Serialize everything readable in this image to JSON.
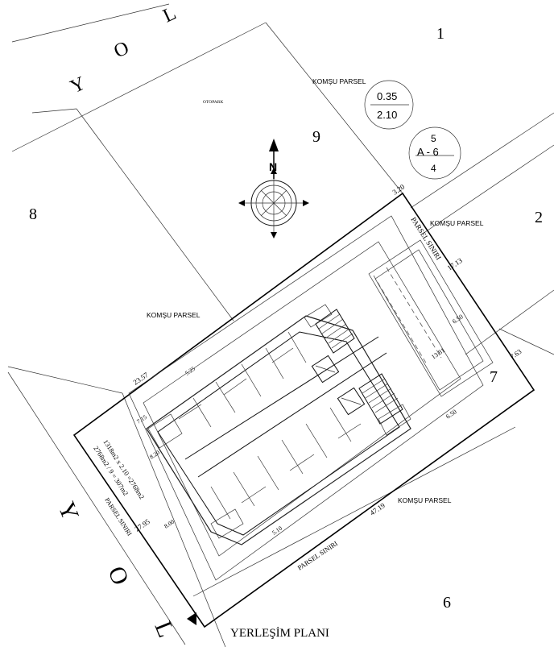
{
  "road_letters": {
    "top": [
      "Y",
      "O",
      "L"
    ],
    "bottom": [
      "Y",
      "O",
      "L"
    ]
  },
  "parcel_numbers": {
    "p1": "1",
    "p2": "2",
    "p6": "6",
    "p7": "7",
    "p8": "8",
    "p9": "9"
  },
  "labels": {
    "komsu_top": "KOMŞU PARSEL",
    "komsu_right": "KOMŞU PARSEL",
    "komsu_left": "KOMŞU PARSEL",
    "komsu_bottom": "KOMŞU PARSEL",
    "otopark": "OTOPARK",
    "parsel_siniri_top": "PARSEL SINIRI",
    "parsel_siniri_left": "PARSEL SINIRI",
    "parsel_siniri_bottom": "PARSEL SINIRI",
    "title": "YERLEŞİM PLANI"
  },
  "coefficient": {
    "top": "0.35",
    "bottom": "2.10"
  },
  "zoning": {
    "top": "5",
    "middle": "A - 6",
    "bottom": "4"
  },
  "compass": {
    "north": "N"
  },
  "dimensions": {
    "d320": "3.20",
    "d1713": "17.13",
    "d650a": "6.50",
    "d1381": "13.81",
    "d763": "7.63",
    "d650b": "6.50",
    "d4719": "47.19",
    "d510": "5.10",
    "d2357": "23.57",
    "d525": "5.25",
    "d715": "7.15",
    "d820": "8.20",
    "d800": "8.00",
    "d2795": "27.95"
  },
  "area_calc": {
    "line1": "1318m2 x 2.10 =2768m2",
    "line2": "2768m2 / 9 = 307m2"
  }
}
